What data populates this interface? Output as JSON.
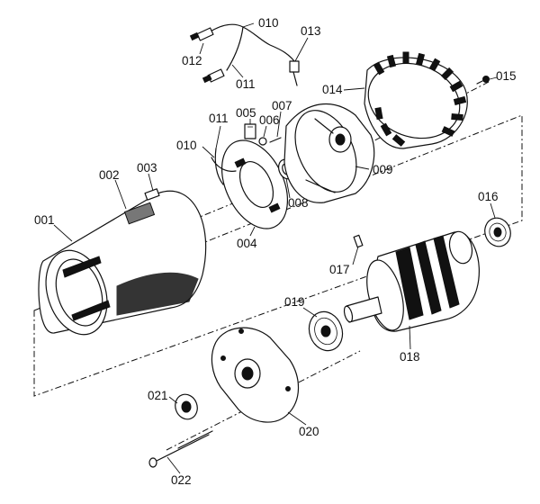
{
  "diagram": {
    "labels": {
      "p001": "001",
      "p002": "002",
      "p003": "003",
      "p004": "004",
      "p005": "005",
      "p006": "006",
      "p007": "007",
      "p008": "008",
      "p009": "009",
      "p010a": "010",
      "p010b": "010",
      "p011a": "011",
      "p011b": "011",
      "p012": "012",
      "p013": "013",
      "p014": "014",
      "p015": "015",
      "p016": "016",
      "p017": "017",
      "p018": "018",
      "p019": "019",
      "p020": "020",
      "p021": "021",
      "p022": "022"
    },
    "colors": {
      "ink": "#111111",
      "paper": "#ffffff"
    }
  }
}
